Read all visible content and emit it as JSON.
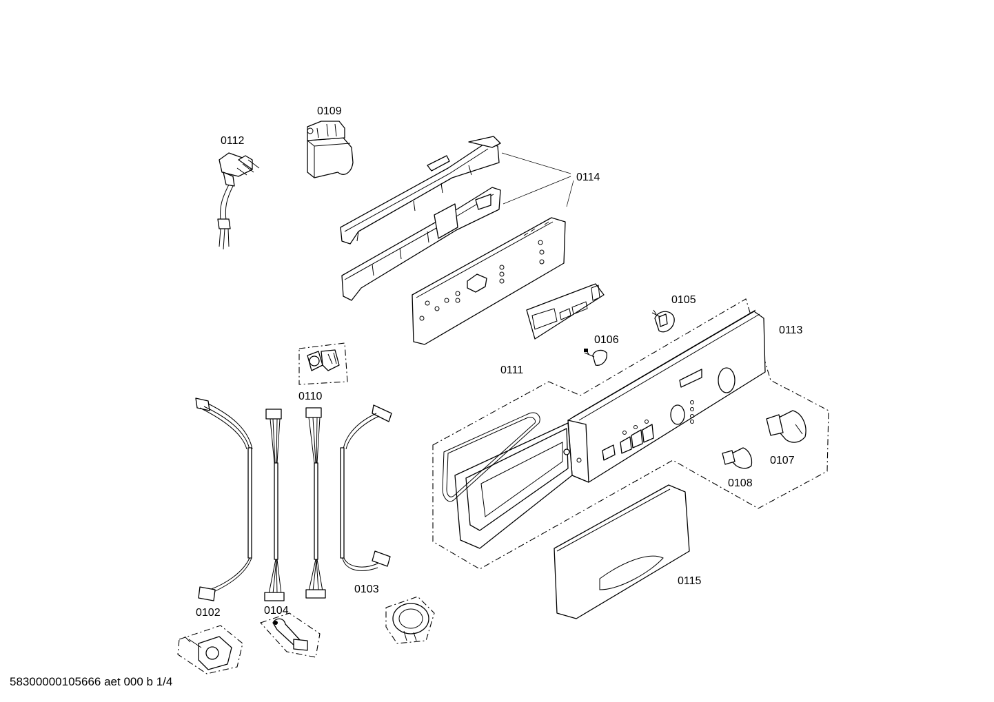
{
  "labels": {
    "p0102": "0102",
    "p0103": "0103",
    "p0104": "0104",
    "p0105": "0105",
    "p0106": "0106",
    "p0107": "0107",
    "p0108": "0108",
    "p0109": "0109",
    "p0110": "0110",
    "p0111": "0111",
    "p0112": "0112",
    "p0113": "0113",
    "p0114": "0114",
    "p0115": "0115"
  },
  "footer": {
    "document_id": "58300000105666 aet 000 b 1/4"
  }
}
